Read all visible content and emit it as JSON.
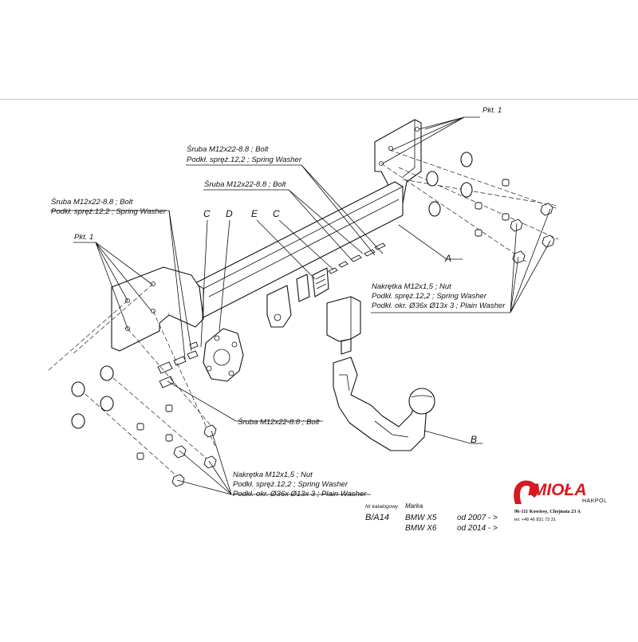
{
  "labels": {
    "pkt_right": "Pkt. 1",
    "pkt_left": "Pkt. 1",
    "bolt_top_1": "Śruba M12x22-8.8 ;  Bolt",
    "washer_top_1": "Podkł. spręż.12,2 ; Spring Washer",
    "bolt_top_2": "Śruba M12x22-8.8 ;  Bolt",
    "bolt_left": "Śruba M12x22-8.8 ;  Bolt",
    "washer_left": "Podkł. spręż.12,2 ; Spring Washer",
    "bolt_bottom": "Śruba M12x22-8.8 ;  Bolt",
    "nut_right": "Nakrętka  M12x1,5 ; Nut",
    "spring_right": "Podkł. spręż.12,2 ; Spring Washer",
    "plain_right": "Podkł. okr. Ø36x Ø13x 3 ; Plain Washer",
    "nut_bottom": "Nakrętka  M12x1,5 ; Nut",
    "spring_bottom": "Podkł. spręż.12,2 ; Spring Washer",
    "plain_bottom": "Podkł. okr. Ø36x Ø13x 3 ; Plain Washer"
  },
  "part_letters": {
    "a": "A",
    "b": "B",
    "c1": "C",
    "c2": "C",
    "d": "D",
    "e": "E"
  },
  "catalog": {
    "nr_label": "Nr katalogowy",
    "nr_value": "B/A14",
    "marka_label": "Marka",
    "models": [
      {
        "name": "BMW X5",
        "from": "od  2007 - >"
      },
      {
        "name": "BMW X6",
        "from": "od  2014 - >"
      }
    ]
  },
  "brand": {
    "name": "IMIOŁA",
    "sub": "HAKPOL",
    "address": "96-111 Kowiesy, Chojnata 23 A",
    "phone": "tel. +48 46 831 73 31",
    "accent": "#d71920"
  }
}
